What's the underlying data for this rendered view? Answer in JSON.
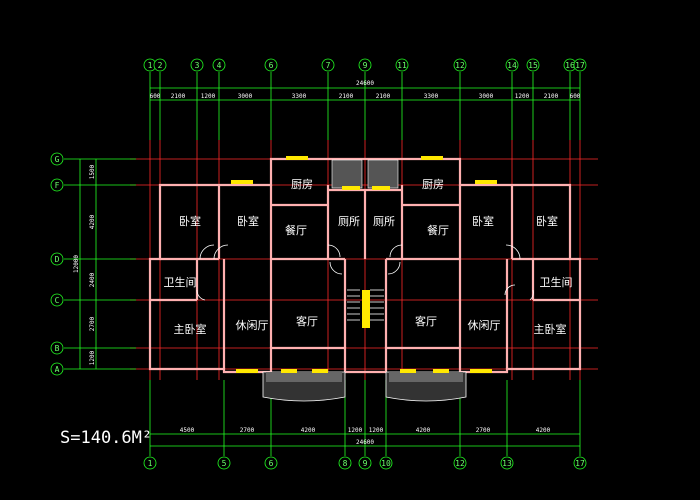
{
  "top_axes": [
    "1",
    "2",
    "3",
    "4",
    "6",
    "7",
    "9",
    "11",
    "12",
    "14",
    "15",
    "16",
    "17"
  ],
  "bottom_axes": [
    "1",
    "5",
    "6",
    "8",
    "9",
    "10",
    "12",
    "13",
    "17"
  ],
  "left_axes": [
    "G",
    "F",
    "D",
    "C",
    "B",
    "A"
  ],
  "top_overall": "24600",
  "bottom_overall": "24600",
  "left_overall": "12000",
  "top_dims": [
    "600",
    "2100",
    "1200",
    "3000",
    "3300",
    "2100",
    "2100",
    "3300",
    "3000",
    "1200",
    "2100",
    "600"
  ],
  "bottom_dims": [
    "4500",
    "2700",
    "4200",
    "1200",
    "1200",
    "4200",
    "2700",
    "4200"
  ],
  "left_dims": [
    "1500",
    "4200",
    "2400",
    "2700",
    "1200"
  ],
  "rooms": {
    "kitchen": "厨房",
    "bedroom": "卧室",
    "dining": "餐厅",
    "toilet": "厕所",
    "bathroom": "卫生间",
    "master": "主卧室",
    "lounge": "休闲厅",
    "living": "客厅"
  },
  "area_label": "S=140.6M²",
  "colors": {
    "grid": "#ff2a2a",
    "dimension": "#22ff22",
    "wall": "#ffb0b0",
    "window": "#ffe800"
  }
}
